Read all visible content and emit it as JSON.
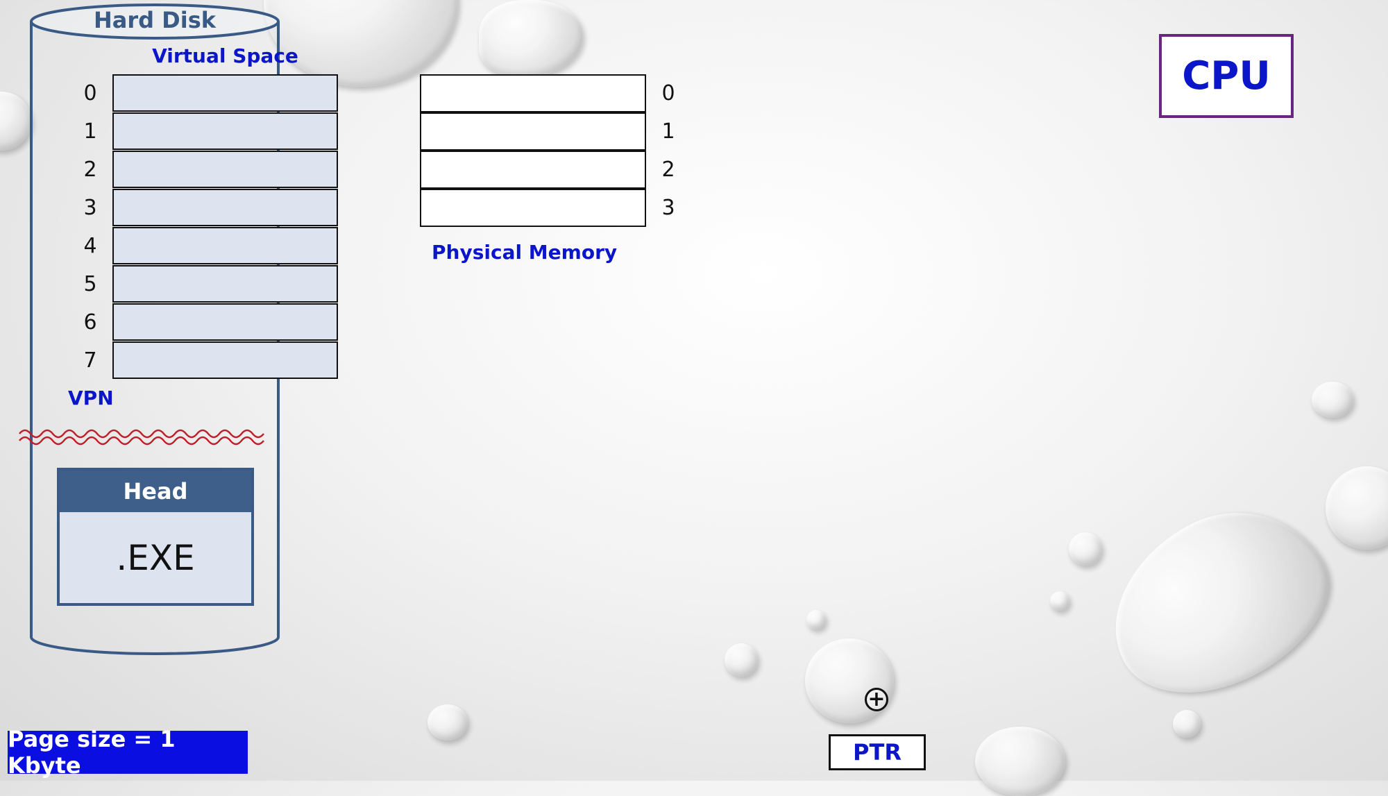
{
  "hard_disk": {
    "title": "Hard Disk"
  },
  "virtual_space": {
    "title": "Virtual Space",
    "rows": [
      "0",
      "1",
      "2",
      "3",
      "4",
      "5",
      "6",
      "7"
    ],
    "vpn_label": "VPN"
  },
  "physical_memory": {
    "title": "Physical Memory",
    "rows": [
      "0",
      "1",
      "2",
      "3"
    ]
  },
  "cpu": {
    "label": "CPU"
  },
  "exe_file": {
    "head_label": "Head",
    "body_label": ".EXE"
  },
  "footer": {
    "page_size": "Page size = 1 Kbyte"
  },
  "ptr": {
    "label": "PTR",
    "plus_symbol": "+"
  },
  "colors": {
    "label_blue": "#0b16c9",
    "disk_outline": "#3a5a86",
    "cell_fill": "#dde4f0",
    "cpu_border": "#6b2580",
    "wavy_red": "#c0202a",
    "page_size_bg": "#0b0ee0"
  }
}
